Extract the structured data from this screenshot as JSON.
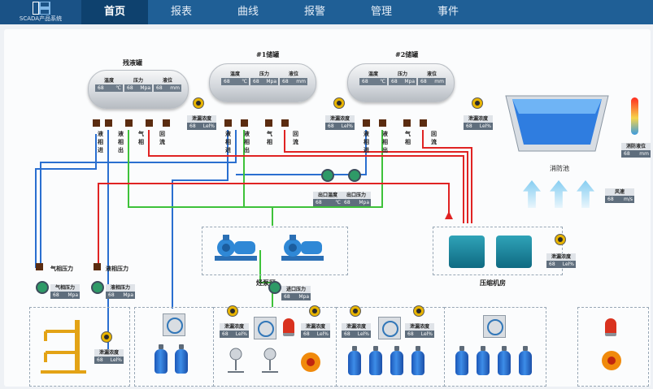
{
  "app": {
    "brand": "SCADA产品系统"
  },
  "nav": [
    "首页",
    "报表",
    "曲线",
    "报警",
    "管理",
    "事件"
  ],
  "readout": {
    "value": "68",
    "u_temp": "℃",
    "u_press": "Mpa",
    "u_level": "mm",
    "u_conc": "Lel%"
  },
  "tank_fields": [
    "温度",
    "压力",
    "液位"
  ],
  "tanks": {
    "t0": "残液罐",
    "t1": "#1储罐",
    "t2": "#2储罐"
  },
  "pipes": [
    "液相进",
    "液相出",
    "气相",
    "回流"
  ],
  "leak": "泄漏浓度",
  "gas_phase": "气相压力",
  "liquid_phase": "液相压力",
  "outlet_temp": "出口温度",
  "outlet_press": "出口压力",
  "inlet_press": "进口压力",
  "zones": {
    "pump": "烃泵区",
    "compressor": "压缩机房",
    "pool": "消防池"
  },
  "pool_level": "消防液位",
  "wind": "风速",
  "wind_unit": "m/s"
}
